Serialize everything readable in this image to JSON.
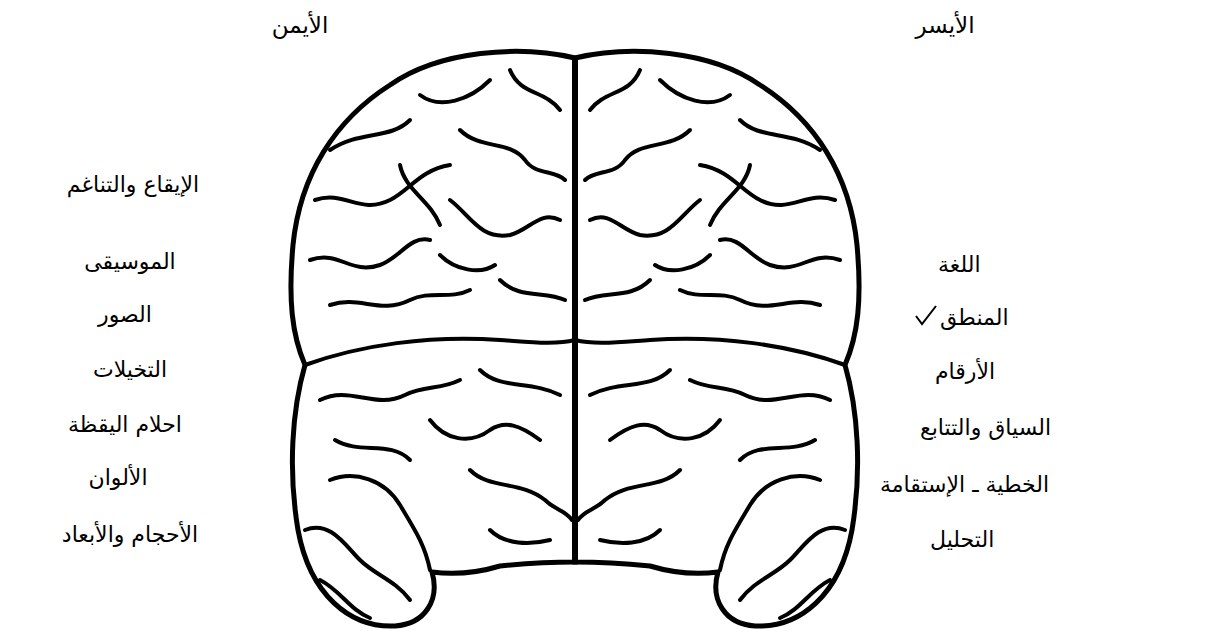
{
  "diagram": {
    "labels": [
      "الأيمن",
      "الأيسر",
      "الإيقاع والتناغم",
      "الموسيقى",
      "الصور",
      "التخيلات",
      "احلام اليقظة",
      "الألوان",
      "الأحجام والأبعاد",
      "اللغة",
      "المنطق",
      "الأرقام",
      "السياق والتتابع",
      "الخطية ـ الإستقامة",
      "التحليل"
    ]
  }
}
